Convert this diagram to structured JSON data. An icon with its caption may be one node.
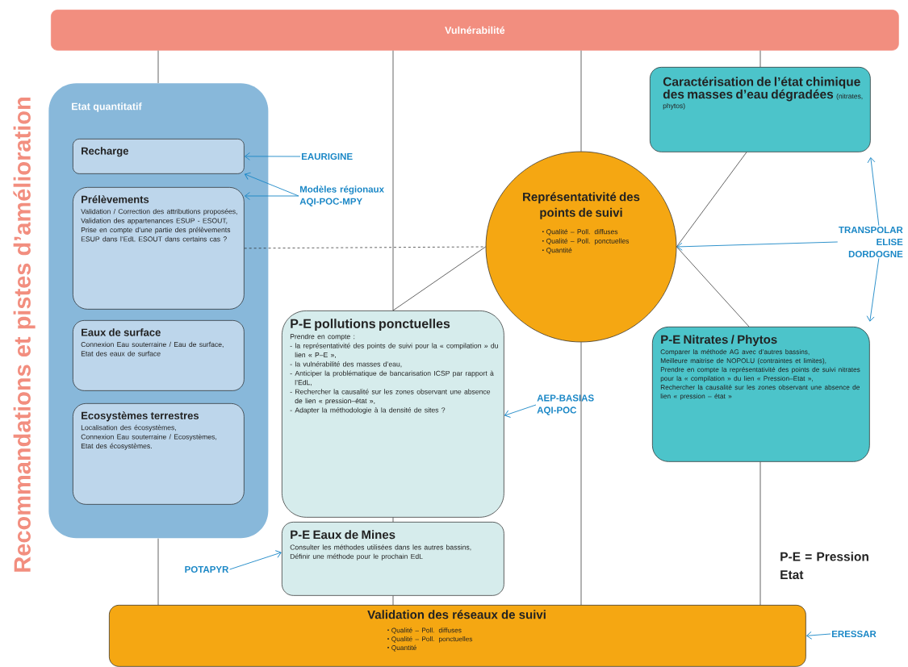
{
  "diagram": {
    "nodes": [
      {
        "text": [
          "Vulnérabilité"
        ]
      },
      {
        "text": [
          "Etat quantitatif"
        ]
      },
      {
        "text": [
          "Recharge"
        ],
        "in": 1
      },
      {
        "text": [
          "Prélèvements",
          "Validation / Correction des attributions proposées,",
          "Validation des appartenances ESUP - ESOUT,",
          "Prise en compte d’une partie des prélèvements ESUP dans l’EdL ESOUT dans certains cas ?"
        ],
        "in": 1
      },
      {
        "text": [
          "Eaux de surface",
          "Connexion Eau souterraine / Eau de surface,",
          "Etat des eaux de surface"
        ],
        "in": 1
      },
      {
        "text": [
          "Ecosystèmes terrestres",
          "Localisation des écosystèmes,",
          "Connexion Eau souterraine / Ecosystèmes,",
          "Etat des écosystèmes."
        ],
        "in": 1
      },
      {
        "text": [
          "EAURIGINE"
        ]
      },
      {
        "text": [
          "Modèles régionaux AQI-POC-MPY"
        ]
      },
      {
        "text": [
          "Caractérisation de l’état chimique des masses d’eau dégradées",
          "(nitrates, phytos)"
        ]
      },
      {
        "text": [
          "Représentativité des points de suivi",
          "Qualité – Poll. diffuses",
          "Qualité – Poll. ponctuelles",
          "Quantité"
        ]
      },
      {
        "text": [
          "TRANSPOLAR",
          "ELISE",
          "DORDOGNE"
        ]
      },
      {
        "text": [
          "P-E pollutions ponctuelles",
          "Prendre en compte :",
          "- la représentativité des points de suivi pour la « compilation » du lien « P–E »,",
          "- la vulnérabilité des masses d’eau,",
          "- Anticiper la problématique de bancarisation ICSP par rapport à l’EdL,",
          "- Rechercher la causalité sur les zones observant une absence de lien « pression–état »,",
          "- Adapter la méthodologie à la densité de sites ?"
        ]
      },
      {
        "text": [
          "AEP-BASIAS",
          "AQI-POC"
        ]
      },
      {
        "text": [
          "P-E Nitrates / Phytos",
          "Comparer la méthode AG avec d’autres bassins,",
          "Meilleure maitrise de NOPOLU (contraintes et limites),",
          "Prendre en compte la représentativité des points de suivi nitrates pour la « compilation » du lien « Pression–Etat »,",
          "Rechercher la causalité sur les zones observant une absence de lien « pression – état »"
        ]
      },
      {
        "text": [
          "P-E Eaux de Mines",
          "Consulter les méthodes utilisées dans les autres bassins,",
          "Définir une méthode pour le prochain EdL"
        ]
      },
      {
        "text": [
          "POTAPYR"
        ]
      },
      {
        "text": [
          "Validation des réseaux de suivi",
          "Qualité – Poll. diffuses",
          "Qualité – Poll. ponctuelles",
          "Quantité"
        ]
      },
      {
        "text": [
          "ERESSAR"
        ]
      }
    ],
    "edges": [
      {
        "from": 0,
        "to": 1,
        "arrow": "none"
      },
      {
        "from": 1,
        "to": 16,
        "arrow": "none"
      },
      {
        "from": 0,
        "to": 11,
        "arrow": "none"
      },
      {
        "from": 11,
        "to": 14,
        "arrow": "none"
      },
      {
        "from": 14,
        "to": 16,
        "arrow": "none"
      },
      {
        "from": 0,
        "to": 9,
        "arrow": "none"
      },
      {
        "from": 9,
        "to": 16,
        "arrow": "none"
      },
      {
        "from": 0,
        "to": 8,
        "arrow": "none"
      },
      {
        "from": 13,
        "to": 16,
        "arrow": "none"
      },
      {
        "from": 9,
        "to": 8,
        "arrow": "none"
      },
      {
        "from": 9,
        "to": 13,
        "arrow": "none"
      },
      {
        "from": 9,
        "to": 11,
        "arrow": "none"
      },
      {
        "from": 3,
        "to": 9,
        "arrow": "none",
        "style": "dashed"
      },
      {
        "from": 6,
        "to": 2,
        "arrow": "to",
        "color": "#1a87c6"
      },
      {
        "from": 7,
        "to": 2,
        "arrow": "to",
        "color": "#1a87c6"
      },
      {
        "from": 7,
        "to": 3,
        "arrow": "to",
        "color": "#1a87c6"
      },
      {
        "from": 10,
        "to": 9,
        "arrow": "to",
        "color": "#1a87c6"
      },
      {
        "from": 10,
        "to": 8,
        "arrow": "to",
        "color": "#1a87c6"
      },
      {
        "from": 10,
        "to": 13,
        "arrow": "to",
        "color": "#1a87c6"
      },
      {
        "from": 12,
        "to": 11,
        "arrow": "to",
        "color": "#1a87c6"
      },
      {
        "from": 15,
        "to": 14,
        "arrow": "to",
        "color": "#1a87c6"
      },
      {
        "from": 17,
        "to": 16,
        "arrow": "to",
        "color": "#1a87c6"
      }
    ],
    "labels": [
      "Recommandations et pistes d’amélioration",
      "P-E = Pression Etat"
    ]
  }
}
